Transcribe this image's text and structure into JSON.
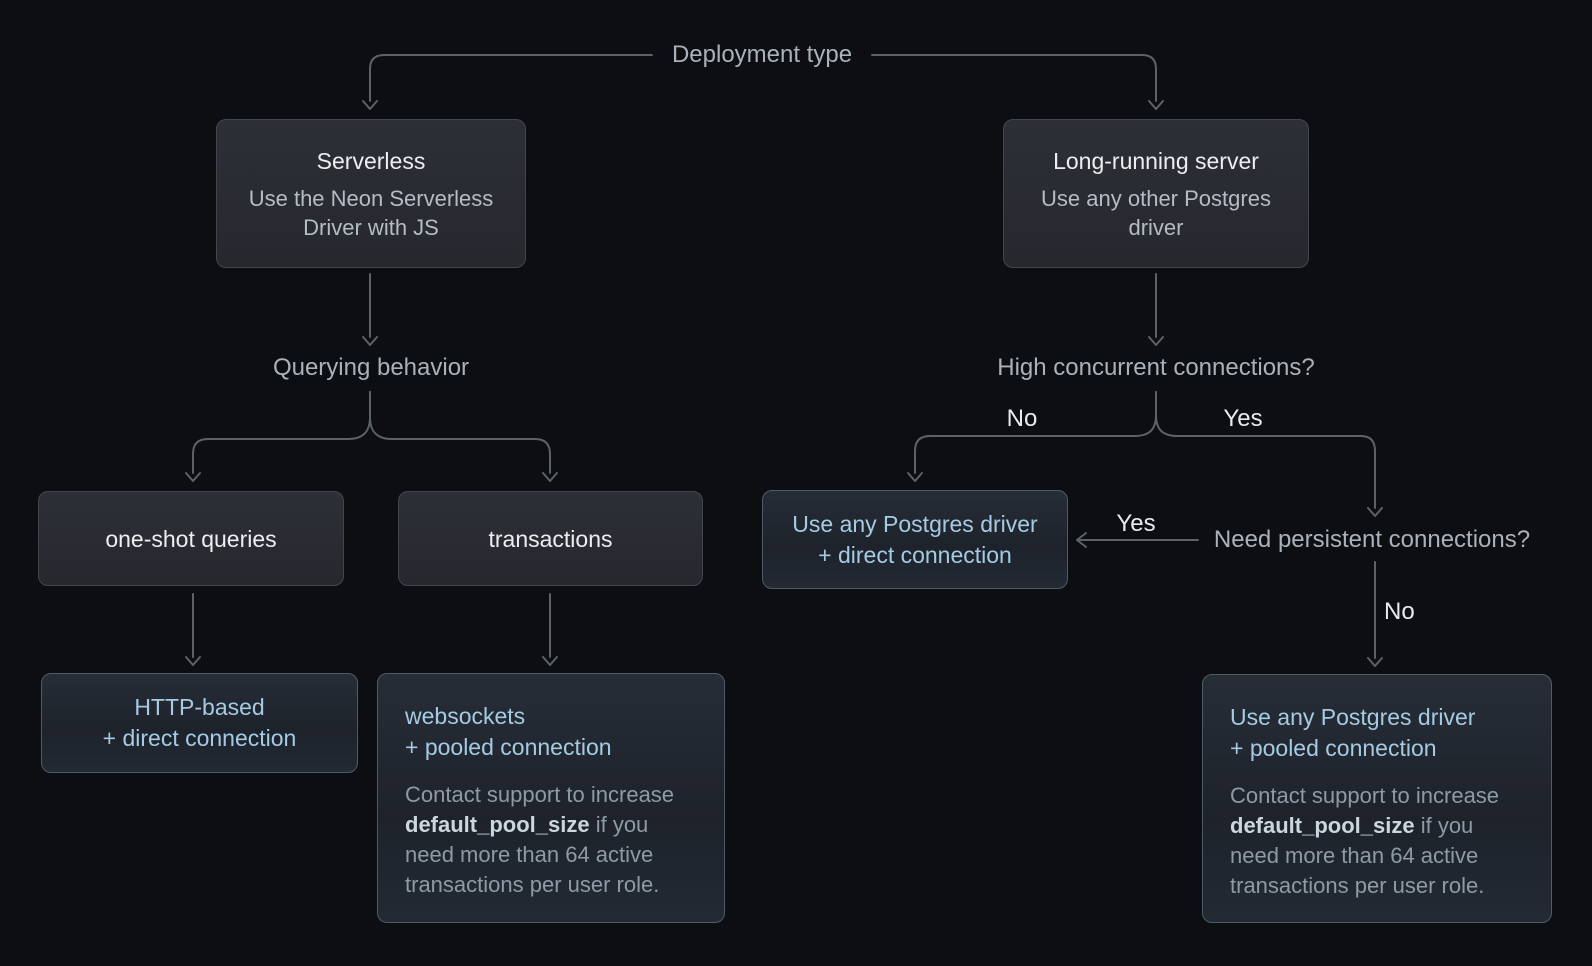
{
  "title_label": "Deployment type",
  "colors": {
    "background": "#0d0e11",
    "connector_line": "#5b6269",
    "question_label": "#a9b1ba",
    "branch_label": "#e7eaee",
    "node_background": "#2a2d32",
    "node_border": "#41464e",
    "node_title": "#eceef1",
    "node_subtitle": "#b4bcc5",
    "result_background": "#1f242d",
    "result_border": "#4f5b69",
    "result_text": "#a5cbe3",
    "note_text": "#8e9aa6",
    "note_code": "#ccd6df"
  },
  "left": {
    "node": {
      "title": "Serverless",
      "subtitle": "Use the Neon Serverless Driver with JS"
    },
    "question": "Querying behavior",
    "one_shot": "one-shot queries",
    "transactions": "transactions",
    "http_result": {
      "line1": "HTTP-based",
      "line2": "+ direct connection"
    },
    "websockets_result": {
      "line1": "websockets",
      "line2": "+ pooled connection",
      "note_pre": "Contact support to increase ",
      "note_code": "default_pool_size",
      "note_post": " if you need more than 64 active transactions per user role."
    }
  },
  "right": {
    "node": {
      "title": "Long-running server",
      "subtitle": "Use any other Postgres driver"
    },
    "question": "High concurrent connections?",
    "no_label": "No",
    "yes_label": "Yes",
    "direct_result": {
      "line1": "Use any Postgres driver",
      "line2": "+ direct connection"
    },
    "persistent_question": "Need persistent connections?",
    "persistent_yes": "Yes",
    "persistent_no": "No",
    "pooled_result": {
      "line1": "Use any Postgres driver",
      "line2": "+ pooled connection",
      "note_pre": "Contact support to increase ",
      "note_code": "default_pool_size",
      "note_post": " if you need more than 64 active transactions per user role."
    }
  }
}
